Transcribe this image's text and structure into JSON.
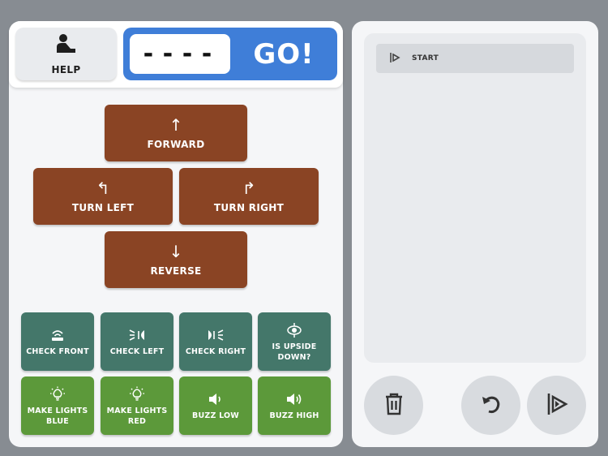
{
  "topbar": {
    "help_label": "HELP",
    "code_value": "----",
    "go_label": "GO!"
  },
  "moves": {
    "forward": "FORWARD",
    "turn_left": "TURN LEFT",
    "turn_right": "TURN RIGHT",
    "reverse": "REVERSE"
  },
  "sensors": {
    "check_front": "CHECK FRONT",
    "check_left": "CHECK LEFT",
    "check_right": "CHECK RIGHT",
    "is_upside_down": "IS UPSIDE DOWN?"
  },
  "actions": {
    "lights_blue": "MAKE LIGHTS BLUE",
    "lights_red": "MAKE LIGHTS RED",
    "buzz_low": "BUZZ LOW",
    "buzz_high": "BUZZ HIGH"
  },
  "program": {
    "start_label": "START"
  },
  "colors": {
    "background": "#878c92",
    "go_blue": "#3f7ed8",
    "move_brown": "#8a4424",
    "sensor_teal": "#44776a",
    "action_green": "#5c993a"
  },
  "icons": {
    "help": "person-with-question-icon",
    "start": "flag-play-icon",
    "delete": "trash-icon",
    "undo": "undo-icon",
    "run": "flag-play-icon"
  }
}
